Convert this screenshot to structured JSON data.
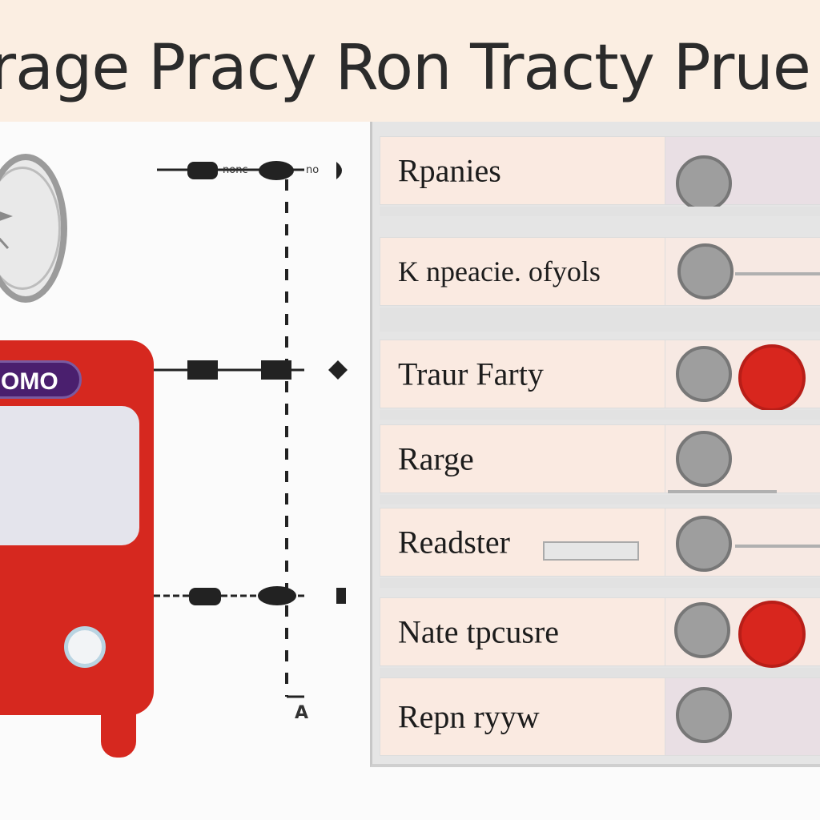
{
  "header": {
    "title": "rage Pracy Ron Tracty Prue"
  },
  "bus": {
    "badge": "OMO"
  },
  "flow": {
    "top_label": "nonc",
    "top_right": "no",
    "bottom_arrow": "A"
  },
  "rows": [
    {
      "label": "Rpanies",
      "knobs": 1,
      "red": false
    },
    {
      "label": "K npeacie. ofyols",
      "knobs": 1,
      "red": false
    },
    {
      "label": "Traur  Farty",
      "knobs": 1,
      "red": true
    },
    {
      "label": "Rarge",
      "knobs": 1,
      "red": false
    },
    {
      "label": "Readster",
      "knobs": 1,
      "red": false
    },
    {
      "label": "Nate tpcusre",
      "knobs": 1,
      "red": true
    },
    {
      "label": "Repn ryyw",
      "knobs": 1,
      "red": false
    }
  ],
  "colors": {
    "accent": "#d8261e",
    "badge": "#4a1f6e",
    "header": "#fbeee2"
  }
}
